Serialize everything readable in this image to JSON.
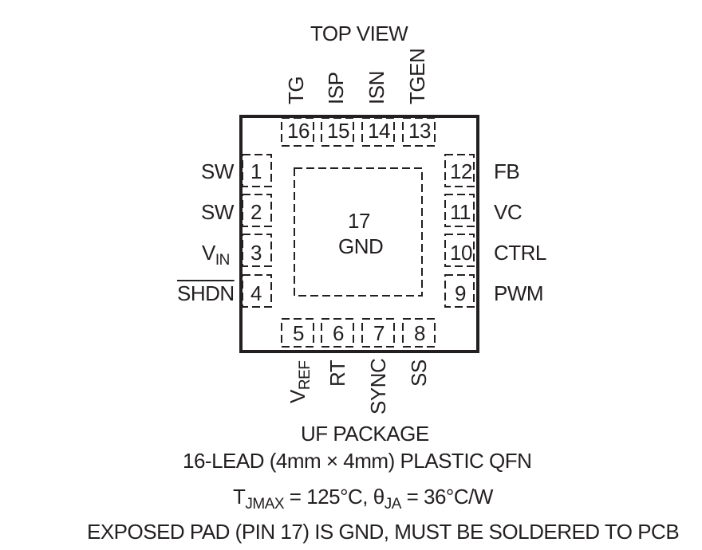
{
  "title": "TOP VIEW",
  "center_pad": {
    "number": "17",
    "name": "GND"
  },
  "pins": {
    "left": [
      {
        "num": "1",
        "name": "SW"
      },
      {
        "num": "2",
        "name": "SW"
      },
      {
        "num": "3",
        "name": "V",
        "sub": "IN"
      },
      {
        "num": "4",
        "name": "SHDN",
        "overline": true
      }
    ],
    "bottom": [
      {
        "num": "5",
        "name": "V",
        "sub": "REF"
      },
      {
        "num": "6",
        "name": "RT"
      },
      {
        "num": "7",
        "name": "SYNC"
      },
      {
        "num": "8",
        "name": "SS"
      }
    ],
    "right": [
      {
        "num": "9",
        "name": "PWM"
      },
      {
        "num": "10",
        "name": "CTRL"
      },
      {
        "num": "11",
        "name": "VC"
      },
      {
        "num": "12",
        "name": "FB"
      }
    ],
    "top": [
      {
        "num": "13",
        "name": "TGEN"
      },
      {
        "num": "14",
        "name": "ISN"
      },
      {
        "num": "15",
        "name": "ISP"
      },
      {
        "num": "16",
        "name": "TG"
      }
    ]
  },
  "footer": {
    "package": "UF PACKAGE",
    "lead": "16-LEAD (4mm × 4mm) PLASTIC QFN",
    "thermal": {
      "tj_sym": "T",
      "tj_sub": "JMAX",
      "tj_val": " = 125°C, ",
      "theta_sym": "θ",
      "theta_sub": "JA",
      "theta_val": " = 36°C/W"
    },
    "note": "EXPOSED PAD (PIN 17) IS GND, MUST BE SOLDERED TO PCB"
  }
}
